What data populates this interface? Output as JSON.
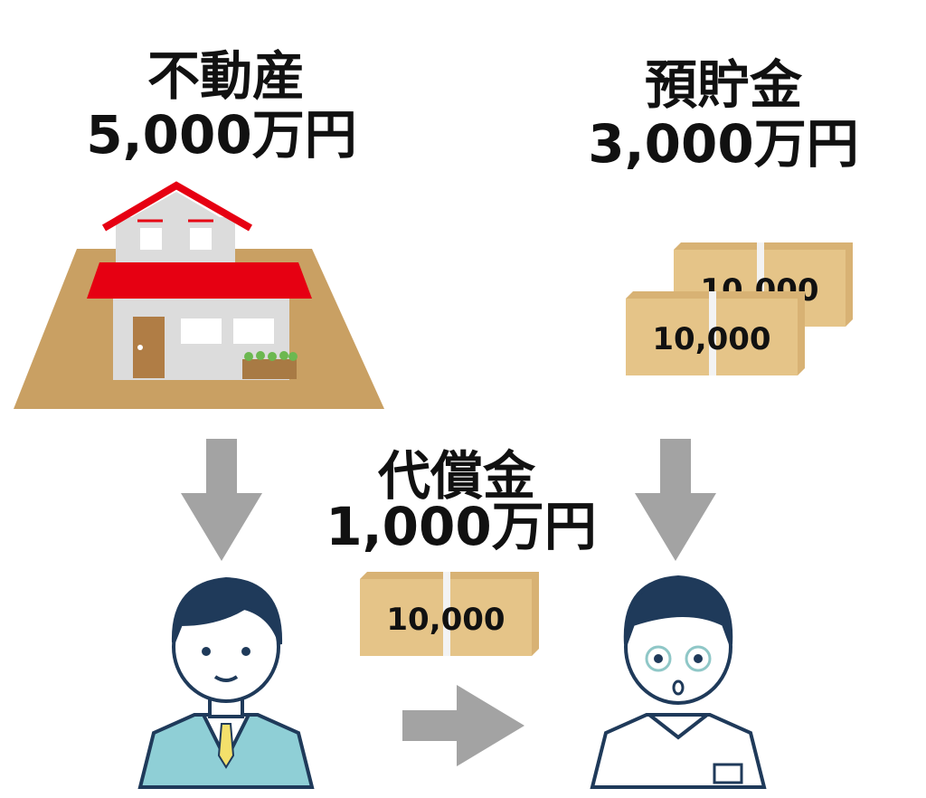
{
  "realestate": {
    "title": "不動産",
    "amount": "5,000万円"
  },
  "savings": {
    "title": "預貯金",
    "amount": "3,000万円"
  },
  "compensation": {
    "title": "代償金",
    "amount": "1,000万円"
  },
  "bundle_label": "10,000",
  "colors": {
    "arrow": "#a3a3a3",
    "roof": "#e60012",
    "land": "#c9a063",
    "bundle": "#e5c488",
    "hair": "#1f3a5a",
    "suit": "#8fcfd6"
  }
}
